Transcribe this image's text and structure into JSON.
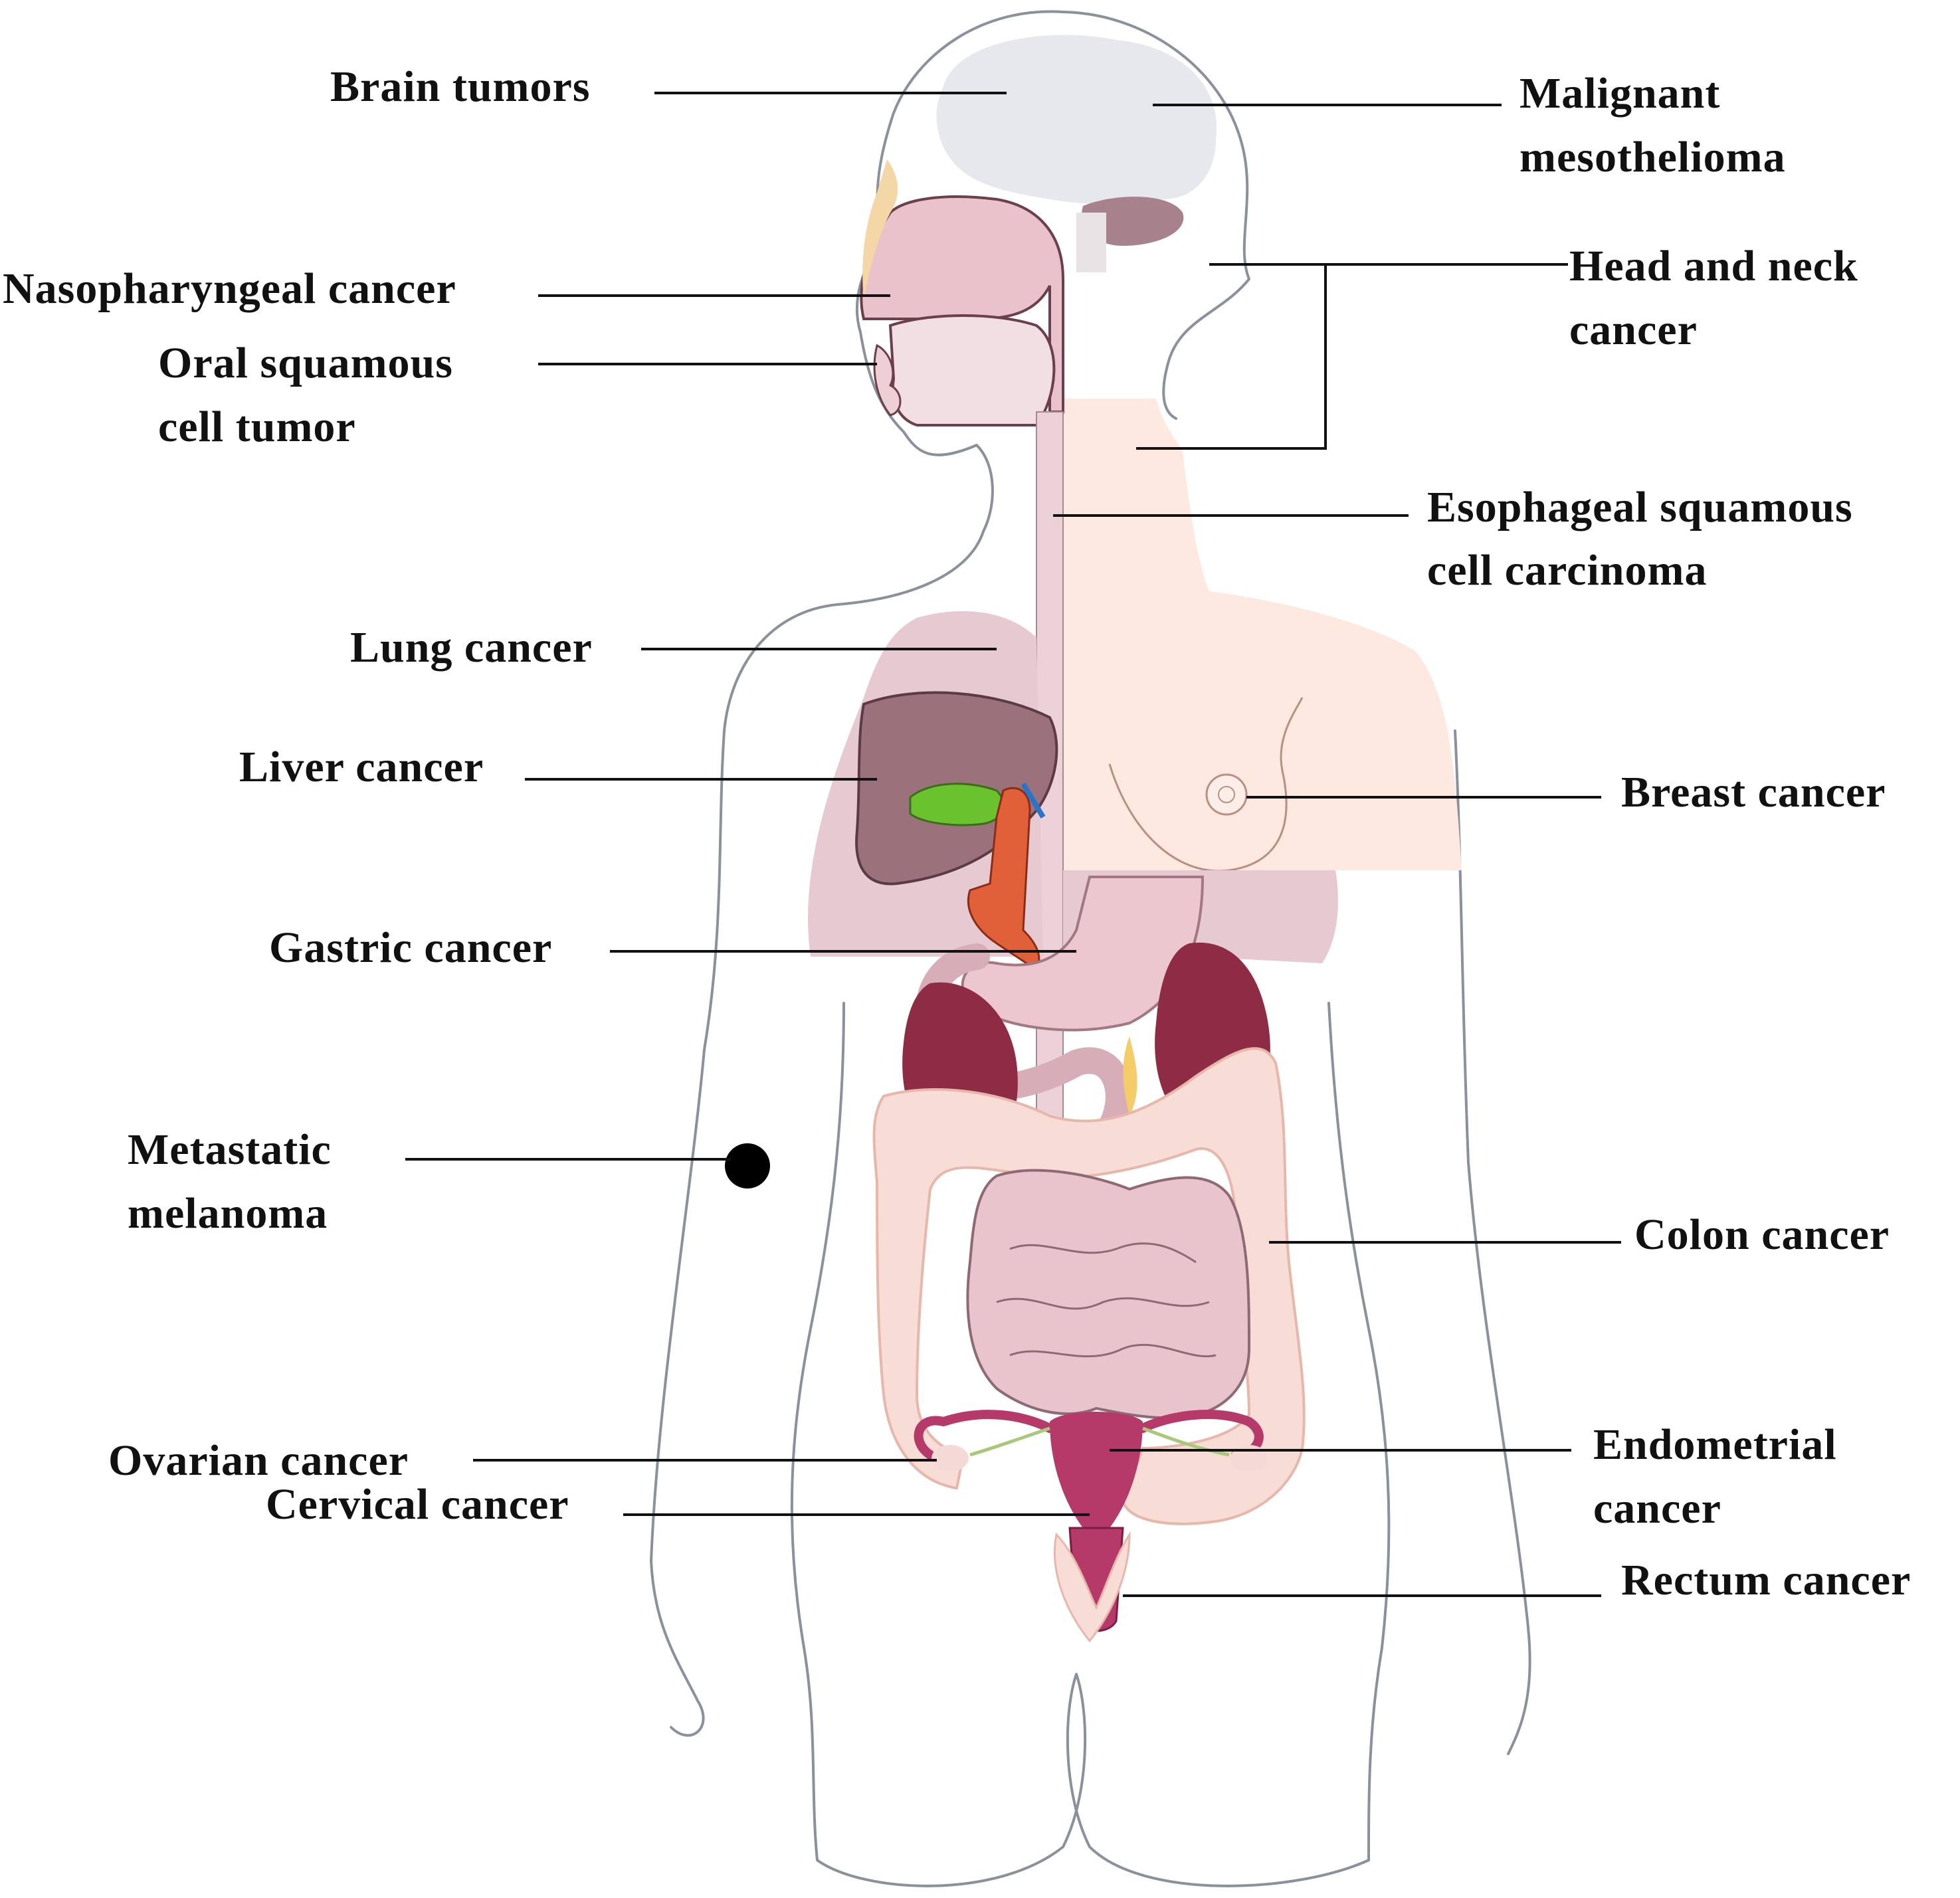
{
  "labels": {
    "brain_tumors": "Brain tumors",
    "malignant_mesothelioma_1": "Malignant",
    "malignant_mesothelioma_2": "mesothelioma",
    "nasopharyngeal_cancer": "Nasopharyngeal cancer",
    "head_and_neck_1": "Head and neck",
    "head_and_neck_2": "cancer",
    "oral_squamous_1": "Oral squamous",
    "oral_squamous_2": "cell tumor",
    "esophageal_1": "Esophageal squamous",
    "esophageal_2": "cell carcinoma",
    "lung_cancer": "Lung cancer",
    "liver_cancer": "Liver cancer",
    "breast_cancer": "Breast cancer",
    "gastric_cancer": "Gastric cancer",
    "metastatic_melanoma_1": "Metastatic",
    "metastatic_melanoma_2": "melanoma",
    "colon_cancer": "Colon cancer",
    "ovarian_cancer": "Ovarian cancer",
    "endometrial_1": "Endometrial",
    "endometrial_2": "cancer",
    "cervical_cancer": "Cervical cancer",
    "rectum_cancer": "Rectum cancer"
  },
  "colors": {
    "body_outline": "#8a919c",
    "brain": "#e7e8ee",
    "cerebellum": "#a7818c",
    "nasal": "#e9c2cc",
    "skin": "#fde9df",
    "lung": "#e6c9d1",
    "liver": "#9b727b",
    "gallbladder": "#6ac22e",
    "aorta": "#e0603a",
    "stomach": "#ecc7cf",
    "kidney": "#8f2c45",
    "colon": "#f8ddd6",
    "small_intestine": "#e8c4cc",
    "uterus": "#b53a6a",
    "melanoma_dot": "#000000",
    "leader_line": "#111111"
  }
}
